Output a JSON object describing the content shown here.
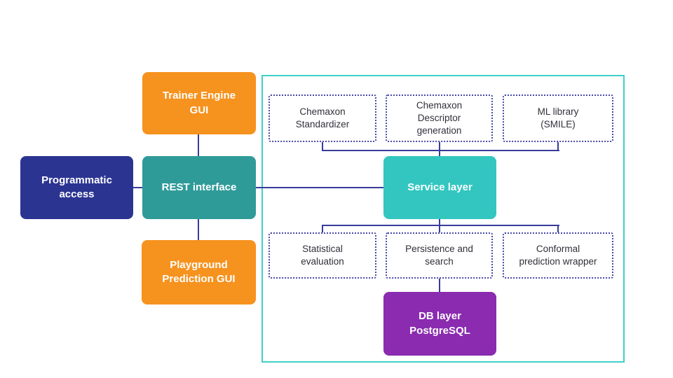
{
  "diagram": {
    "nodes": {
      "trainer": {
        "label": [
          "Trainer Engine",
          "GUI"
        ]
      },
      "programmatic": {
        "label": [
          "Programmatic",
          "access"
        ]
      },
      "rest": {
        "label": [
          "REST interface"
        ]
      },
      "playground": {
        "label": [
          "Playground",
          "Prediction GUI"
        ]
      },
      "standardizer": {
        "label": [
          "Chemaxon",
          "Standardizer"
        ]
      },
      "descriptor": {
        "label": [
          "Chemaxon",
          "Descriptor",
          "generation"
        ]
      },
      "mllibrary": {
        "label": [
          "ML library",
          "(SMILE)"
        ]
      },
      "service": {
        "label": [
          "Service layer"
        ]
      },
      "statistical": {
        "label": [
          "Statistical",
          "evaluation"
        ]
      },
      "persistence": {
        "label": [
          "Persistence and",
          "search"
        ]
      },
      "conformal": {
        "label": [
          "Conformal",
          "prediction wrapper"
        ]
      },
      "db": {
        "label": [
          "DB layer",
          "PostgreSQL"
        ]
      }
    },
    "edges": [
      {
        "from": "programmatic-access",
        "to": "rest-interface"
      },
      {
        "from": "trainer-engine-gui",
        "to": "rest-interface"
      },
      {
        "from": "rest-interface",
        "to": "playground-prediction-gui"
      },
      {
        "from": "rest-interface",
        "to": "service-layer"
      },
      {
        "from": "chemaxon-standardizer",
        "to": "service-layer"
      },
      {
        "from": "chemaxon-descriptor-generation",
        "to": "service-layer"
      },
      {
        "from": "ml-library-smile",
        "to": "service-layer"
      },
      {
        "from": "service-layer",
        "to": "statistical-evaluation"
      },
      {
        "from": "service-layer",
        "to": "persistence-and-search"
      },
      {
        "from": "service-layer",
        "to": "conformal-prediction-wrapper"
      },
      {
        "from": "persistence-and-search",
        "to": "db-layer-postgresql"
      }
    ]
  },
  "colors": {
    "orange": "#F6921E",
    "navy": "#2C3492",
    "teal": "#2F9B99",
    "turquoise": "#33C6C0",
    "purple": "#8A2BB0",
    "container_border": "#3FD0C9",
    "connector": "#363C9B",
    "dotted_border": "#4649A8",
    "dotted_text": "#30303A",
    "white_text": "#FFFFFF",
    "background": "#FFFFFF"
  }
}
